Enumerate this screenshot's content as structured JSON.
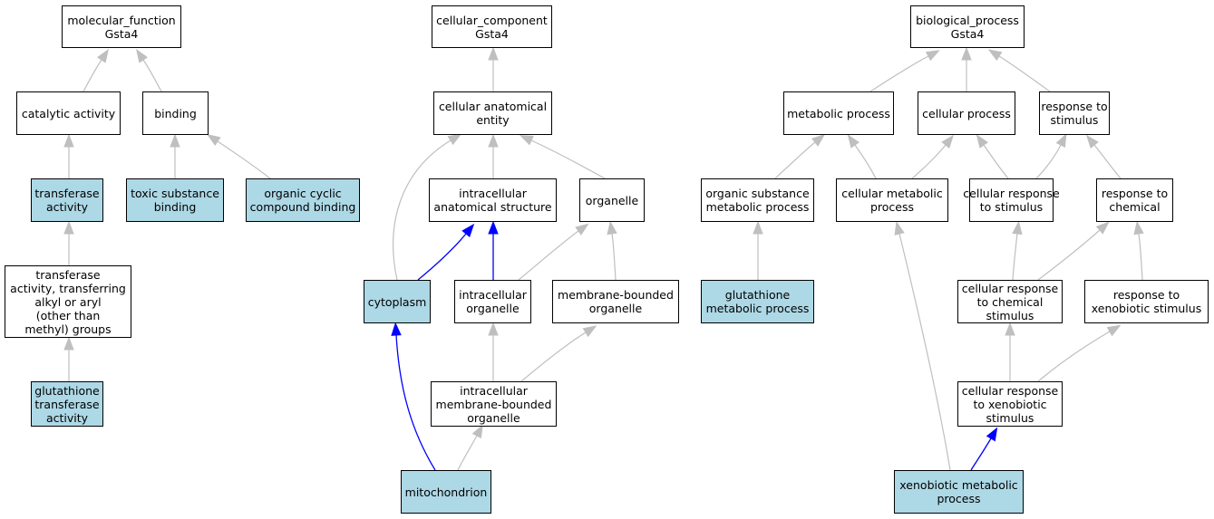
{
  "colors": {
    "highlight": "#add8e6",
    "edge_gray": "#bfbfbf",
    "edge_blue": "#0000ff",
    "border": "#000000"
  },
  "nodes": [
    {
      "id": "mf",
      "lines": [
        "molecular_function",
        "Gsta4"
      ],
      "highlight": false
    },
    {
      "id": "cat",
      "lines": [
        "catalytic activity"
      ],
      "highlight": false
    },
    {
      "id": "bind",
      "lines": [
        "binding"
      ],
      "highlight": false
    },
    {
      "id": "tra",
      "lines": [
        "transferase",
        "activity"
      ],
      "highlight": true
    },
    {
      "id": "tox",
      "lines": [
        "toxic substance",
        "binding"
      ],
      "highlight": true
    },
    {
      "id": "occ",
      "lines": [
        "organic cyclic",
        "compound binding"
      ],
      "highlight": true
    },
    {
      "id": "tal",
      "lines": [
        "transferase",
        "activity, transferring",
        "alkyl or aryl",
        "(other than",
        "methyl) groups"
      ],
      "highlight": false
    },
    {
      "id": "gst",
      "lines": [
        "glutathione",
        "transferase",
        "activity"
      ],
      "highlight": true
    },
    {
      "id": "cc",
      "lines": [
        "cellular_component",
        "Gsta4"
      ],
      "highlight": false
    },
    {
      "id": "cae",
      "lines": [
        "cellular anatomical",
        "entity"
      ],
      "highlight": false
    },
    {
      "id": "ias",
      "lines": [
        "intracellular",
        "anatomical structure"
      ],
      "highlight": false
    },
    {
      "id": "org",
      "lines": [
        "organelle"
      ],
      "highlight": false
    },
    {
      "id": "cyto",
      "lines": [
        "cytoplasm"
      ],
      "highlight": true
    },
    {
      "id": "io",
      "lines": [
        "intracellular",
        "organelle"
      ],
      "highlight": false
    },
    {
      "id": "mbo",
      "lines": [
        "membrane-bounded",
        "organelle"
      ],
      "highlight": false
    },
    {
      "id": "imbo",
      "lines": [
        "intracellular",
        "membrane-bounded",
        "organelle"
      ],
      "highlight": false
    },
    {
      "id": "mito",
      "lines": [
        "mitochondrion"
      ],
      "highlight": true
    },
    {
      "id": "bp",
      "lines": [
        "biological_process",
        "Gsta4"
      ],
      "highlight": false
    },
    {
      "id": "met",
      "lines": [
        "metabolic process"
      ],
      "highlight": false
    },
    {
      "id": "cp",
      "lines": [
        "cellular process"
      ],
      "highlight": false
    },
    {
      "id": "rs",
      "lines": [
        "response to",
        "stimulus"
      ],
      "highlight": false
    },
    {
      "id": "osm",
      "lines": [
        "organic substance",
        "metabolic process"
      ],
      "highlight": false
    },
    {
      "id": "cmp",
      "lines": [
        "cellular metabolic",
        "process"
      ],
      "highlight": false
    },
    {
      "id": "crs",
      "lines": [
        "cellular response",
        "to stimulus"
      ],
      "highlight": false
    },
    {
      "id": "rc",
      "lines": [
        "response to",
        "chemical"
      ],
      "highlight": false
    },
    {
      "id": "gmp",
      "lines": [
        "glutathione",
        "metabolic process"
      ],
      "highlight": true
    },
    {
      "id": "crcs",
      "lines": [
        "cellular response",
        "to chemical",
        "stimulus"
      ],
      "highlight": false
    },
    {
      "id": "rxs",
      "lines": [
        "response to",
        "xenobiotic stimulus"
      ],
      "highlight": false
    },
    {
      "id": "crxs",
      "lines": [
        "cellular response",
        "to xenobiotic",
        "stimulus"
      ],
      "highlight": false
    },
    {
      "id": "xmp",
      "lines": [
        "xenobiotic metabolic",
        "process"
      ],
      "highlight": true
    }
  ],
  "edges": [
    {
      "from": "cat",
      "to": "mf",
      "color": "gray"
    },
    {
      "from": "bind",
      "to": "mf",
      "color": "gray"
    },
    {
      "from": "tra",
      "to": "cat",
      "color": "gray"
    },
    {
      "from": "tox",
      "to": "bind",
      "color": "gray"
    },
    {
      "from": "occ",
      "to": "bind",
      "color": "gray"
    },
    {
      "from": "tal",
      "to": "tra",
      "color": "gray"
    },
    {
      "from": "gst",
      "to": "tal",
      "color": "gray"
    },
    {
      "from": "cae",
      "to": "cc",
      "color": "gray"
    },
    {
      "from": "ias",
      "to": "cae",
      "color": "gray"
    },
    {
      "from": "org",
      "to": "cae",
      "color": "gray"
    },
    {
      "from": "cyto",
      "to": "cae",
      "color": "gray"
    },
    {
      "from": "cyto",
      "to": "ias",
      "color": "blue"
    },
    {
      "from": "io",
      "to": "ias",
      "color": "blue"
    },
    {
      "from": "io",
      "to": "org",
      "color": "gray"
    },
    {
      "from": "mbo",
      "to": "org",
      "color": "gray"
    },
    {
      "from": "imbo",
      "to": "io",
      "color": "gray"
    },
    {
      "from": "imbo",
      "to": "mbo",
      "color": "gray"
    },
    {
      "from": "mito",
      "to": "cyto",
      "color": "blue"
    },
    {
      "from": "mito",
      "to": "imbo",
      "color": "gray"
    },
    {
      "from": "met",
      "to": "bp",
      "color": "gray"
    },
    {
      "from": "cp",
      "to": "bp",
      "color": "gray"
    },
    {
      "from": "rs",
      "to": "bp",
      "color": "gray"
    },
    {
      "from": "osm",
      "to": "met",
      "color": "gray"
    },
    {
      "from": "cmp",
      "to": "met",
      "color": "gray"
    },
    {
      "from": "cmp",
      "to": "cp",
      "color": "gray"
    },
    {
      "from": "crs",
      "to": "cp",
      "color": "gray"
    },
    {
      "from": "crs",
      "to": "rs",
      "color": "gray"
    },
    {
      "from": "rc",
      "to": "rs",
      "color": "gray"
    },
    {
      "from": "gmp",
      "to": "osm",
      "color": "gray"
    },
    {
      "from": "crcs",
      "to": "crs",
      "color": "gray"
    },
    {
      "from": "crcs",
      "to": "rc",
      "color": "gray"
    },
    {
      "from": "rxs",
      "to": "rc",
      "color": "gray"
    },
    {
      "from": "crxs",
      "to": "crcs",
      "color": "gray"
    },
    {
      "from": "crxs",
      "to": "rxs",
      "color": "gray"
    },
    {
      "from": "xmp",
      "to": "crxs",
      "color": "blue"
    },
    {
      "from": "xmp",
      "to": "cmp",
      "color": "gray"
    }
  ]
}
